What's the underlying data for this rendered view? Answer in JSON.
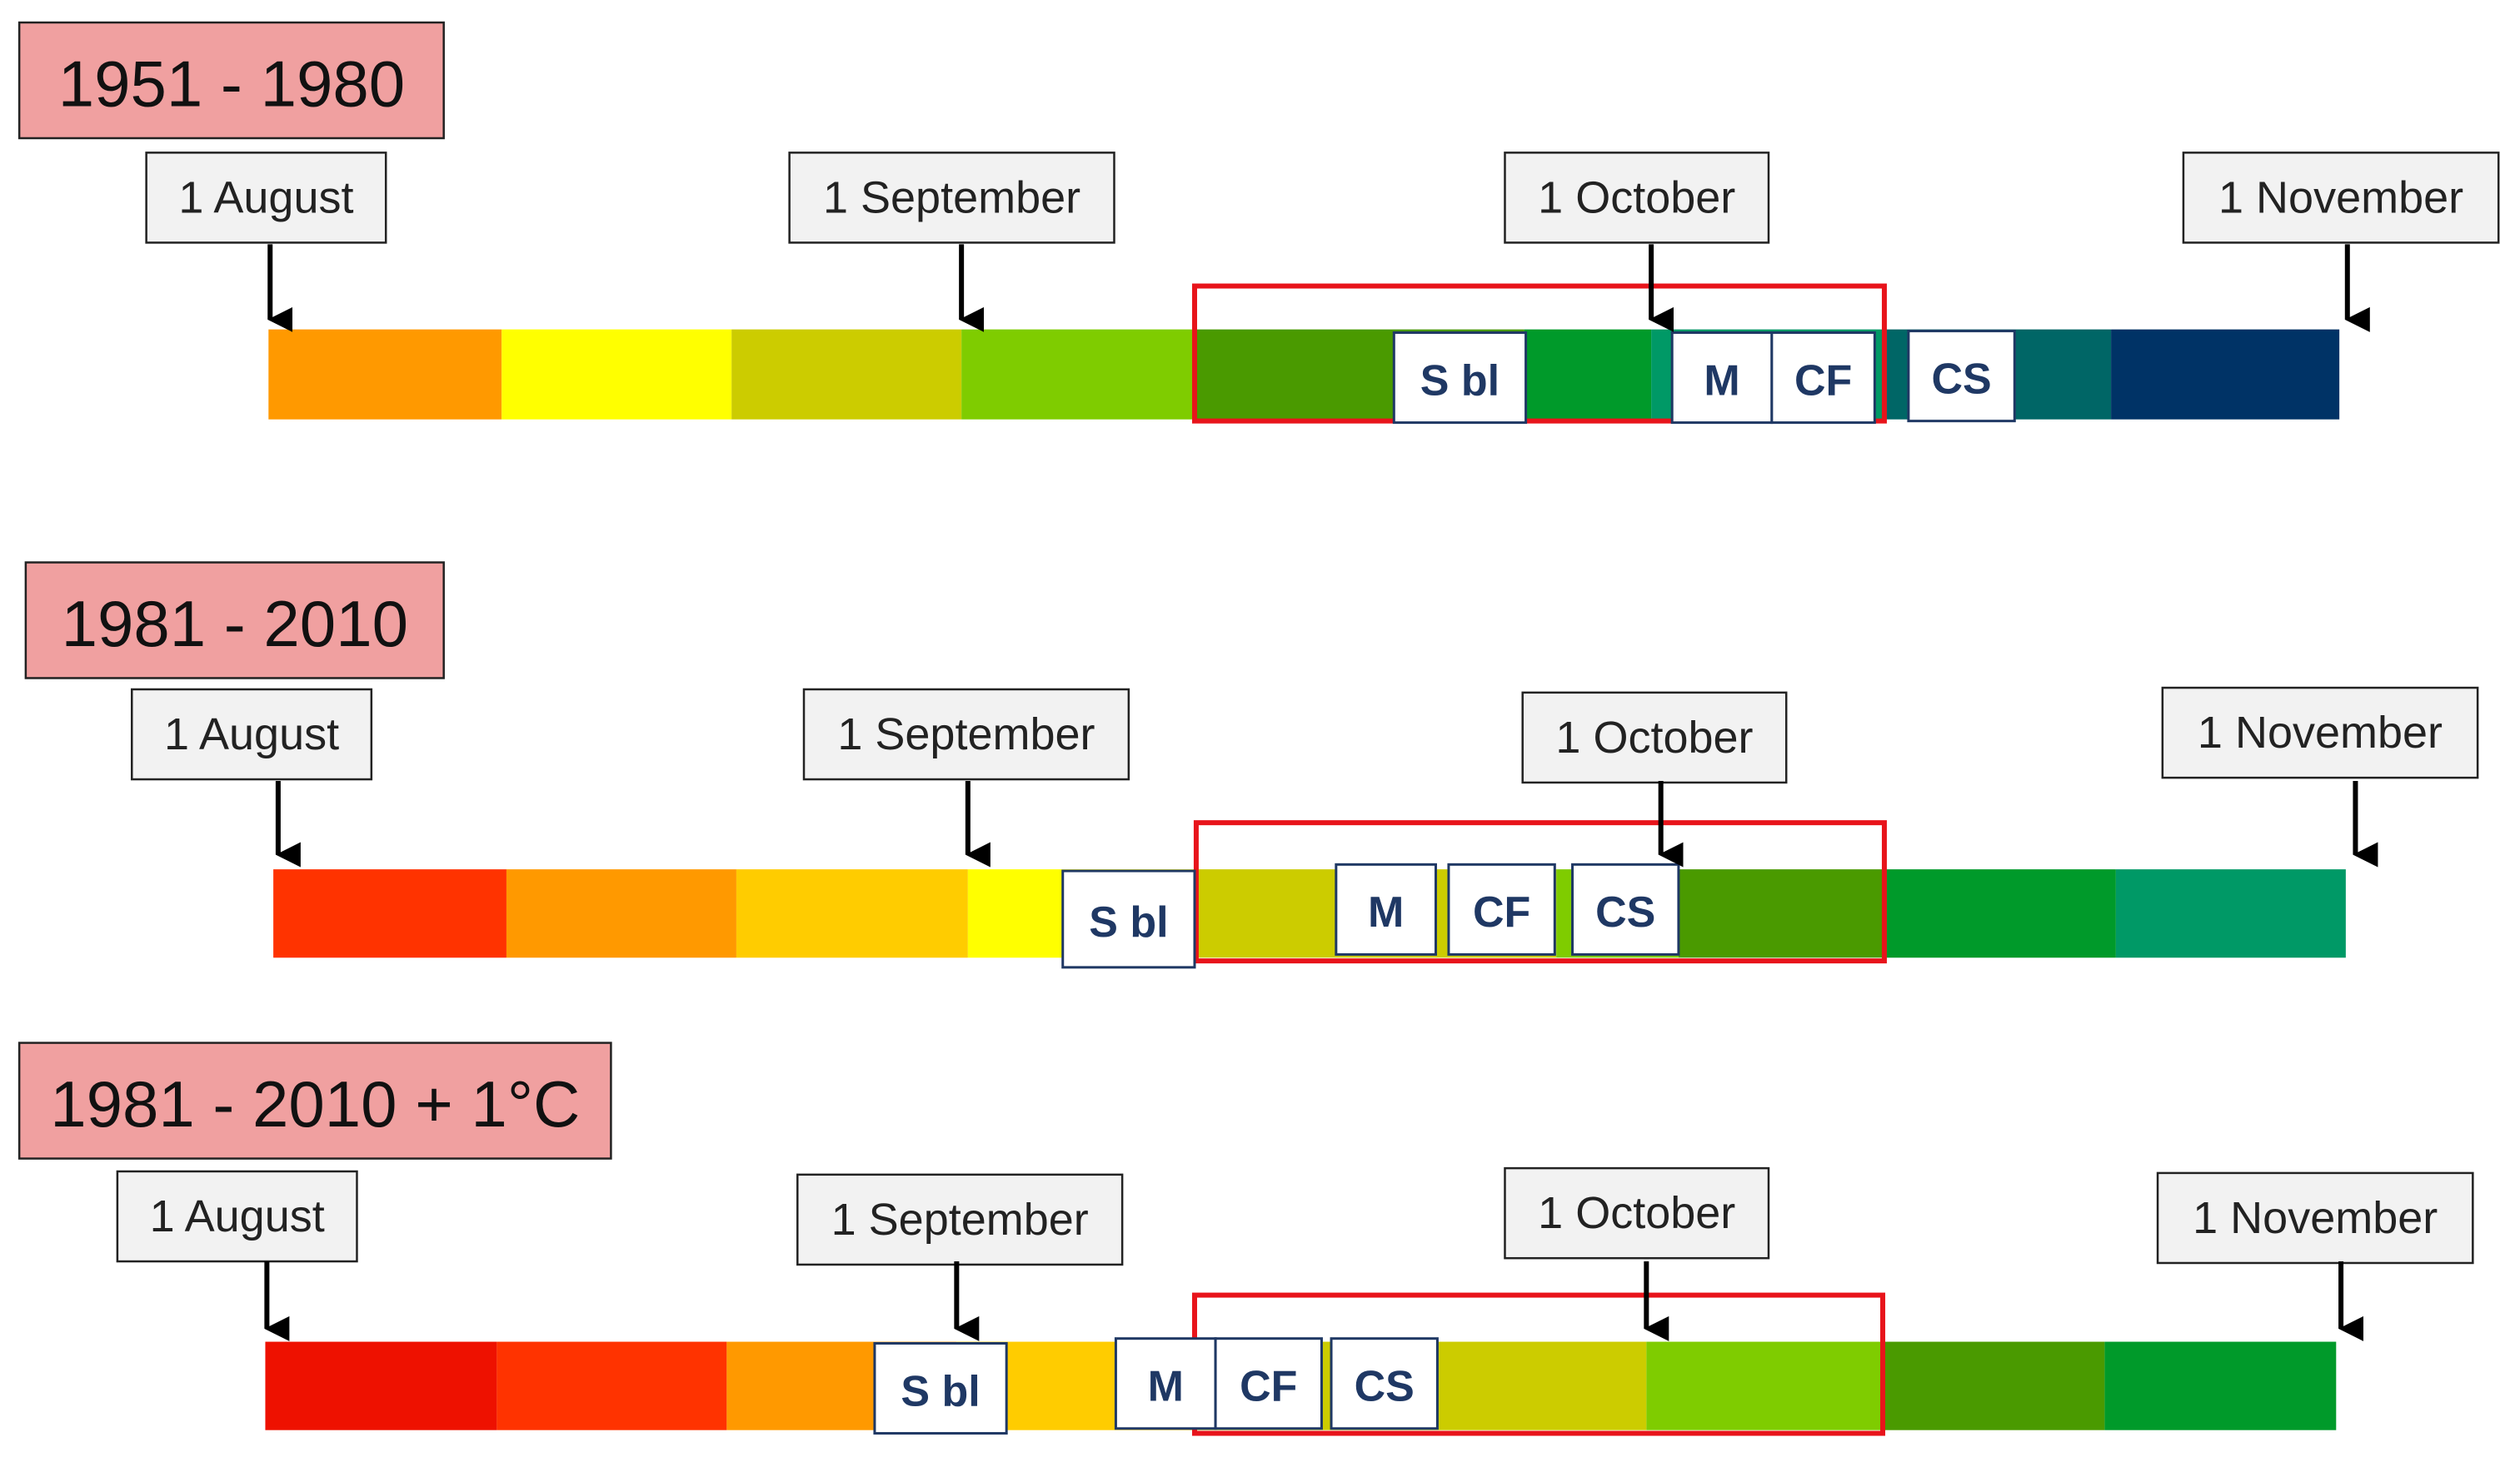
{
  "colors": {
    "period_label_bg": "#f0a0a0",
    "date_label_bg": "#f2f2f2",
    "highlight_frame": "#e8141b",
    "box_text": "#1f3864",
    "arrow": "#000000"
  },
  "panels": [
    {
      "period": "1951 - 1980",
      "dates": [
        "1 August",
        "1 September",
        "1 October",
        "1 November"
      ],
      "segments": [
        "#ff9900",
        "#ffff00",
        "#cccc00",
        "#7fcc00",
        "#4a9a00",
        "#009a2a",
        "#009966",
        "#006666",
        "#003366"
      ],
      "markers": [
        "S bl",
        "M",
        "CF",
        "CS"
      ]
    },
    {
      "period": "1981 - 2010",
      "dates": [
        "1 August",
        "1 September",
        "1 October",
        "1 November"
      ],
      "segments": [
        "#ff3300",
        "#ff9900",
        "#ffcc00",
        "#ffff00",
        "#cccc00",
        "#7fcc00",
        "#4a9a00",
        "#009a2a",
        "#009966"
      ],
      "markers": [
        "S bl",
        "M",
        "CF",
        "CS"
      ]
    },
    {
      "period": "1981 - 2010 + 1°C",
      "dates": [
        "1 August",
        "1 September",
        "1 October",
        "1 November"
      ],
      "segments": [
        "#ee1100",
        "#ff3300",
        "#ff9900",
        "#ffcc00",
        "#cccc00",
        "#7fcc00",
        "#4a9a00",
        "#009a2a"
      ],
      "markers": [
        "S bl",
        "M",
        "CF",
        "CS"
      ]
    }
  ]
}
